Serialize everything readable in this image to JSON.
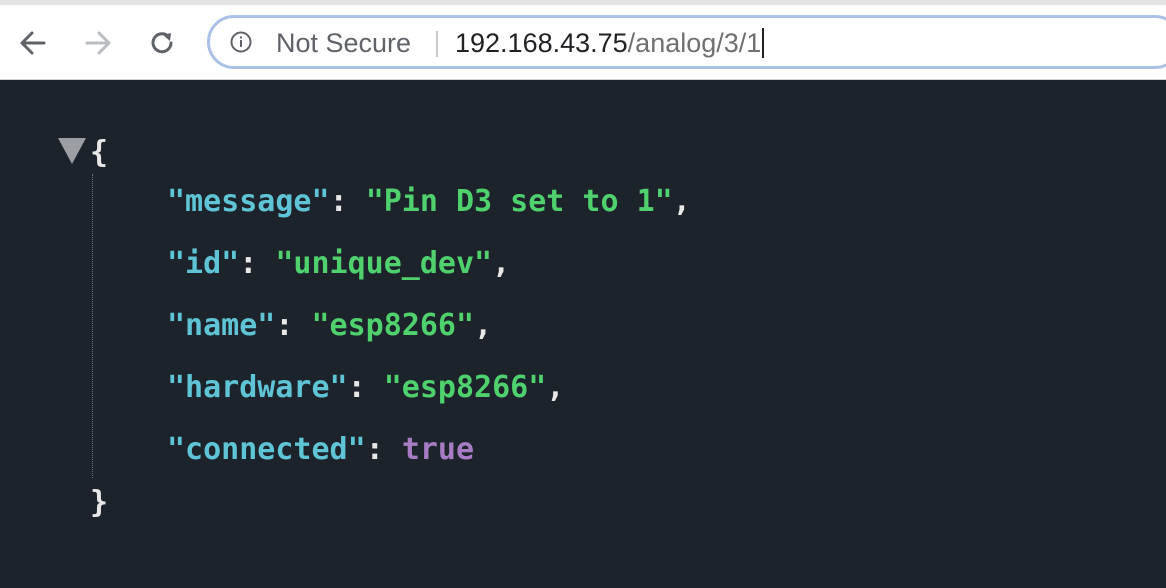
{
  "browser": {
    "nav": {
      "back_icon": "arrow-left-icon",
      "forward_icon": "arrow-right-icon",
      "reload_icon": "reload-icon"
    },
    "address_bar": {
      "security_icon": "info-circle-icon",
      "security_label": "Not Secure",
      "url_host": "192.168.43.75",
      "url_path": "/analog/3/1"
    }
  },
  "json_view": {
    "open_brace": "{",
    "close_brace": "}",
    "entries": [
      {
        "key": "\"message\"",
        "value": "\"Pin D3 set to 1\"",
        "type": "string",
        "trail": ","
      },
      {
        "key": "\"id\"",
        "value": "\"unique_dev\"",
        "type": "string",
        "trail": ","
      },
      {
        "key": "\"name\"",
        "value": "\"esp8266\"",
        "type": "string",
        "trail": ","
      },
      {
        "key": "\"hardware\"",
        "value": "\"esp8266\"",
        "type": "string",
        "trail": ","
      },
      {
        "key": "\"connected\"",
        "value": "true",
        "type": "boolean",
        "trail": ""
      }
    ]
  },
  "colors": {
    "key": "#5ec4d6",
    "string": "#4fd16e",
    "boolean": "#a77cc4",
    "background": "#1d232b"
  }
}
